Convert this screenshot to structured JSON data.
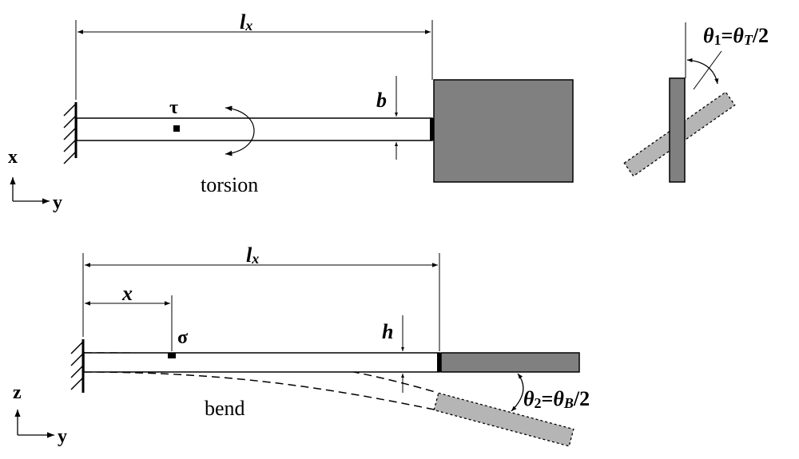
{
  "top_view": {
    "length_label": "l",
    "length_sub": "x",
    "width_label": "b",
    "stress_symbol": "τ",
    "motion_label": "torsion",
    "axis_vertical": "x",
    "axis_horizontal": "y"
  },
  "side_view": {
    "length_label": "l",
    "length_sub": "x",
    "position_label": "x",
    "thickness_label": "h",
    "stress_symbol": "σ",
    "motion_label": "bend",
    "axis_vertical": "z",
    "axis_horizontal": "y"
  },
  "angle_torsion": {
    "theta": "θ",
    "sub1": "1",
    "eq": "=",
    "sub2": "T",
    "tail": "/2"
  },
  "angle_bend": {
    "theta": "θ",
    "sub1": "2",
    "eq": "=",
    "sub2": "B",
    "tail": "/2"
  },
  "colors": {
    "mass_dark": "#808080",
    "mass_light": "#b5b5b5",
    "line": "#000000"
  }
}
